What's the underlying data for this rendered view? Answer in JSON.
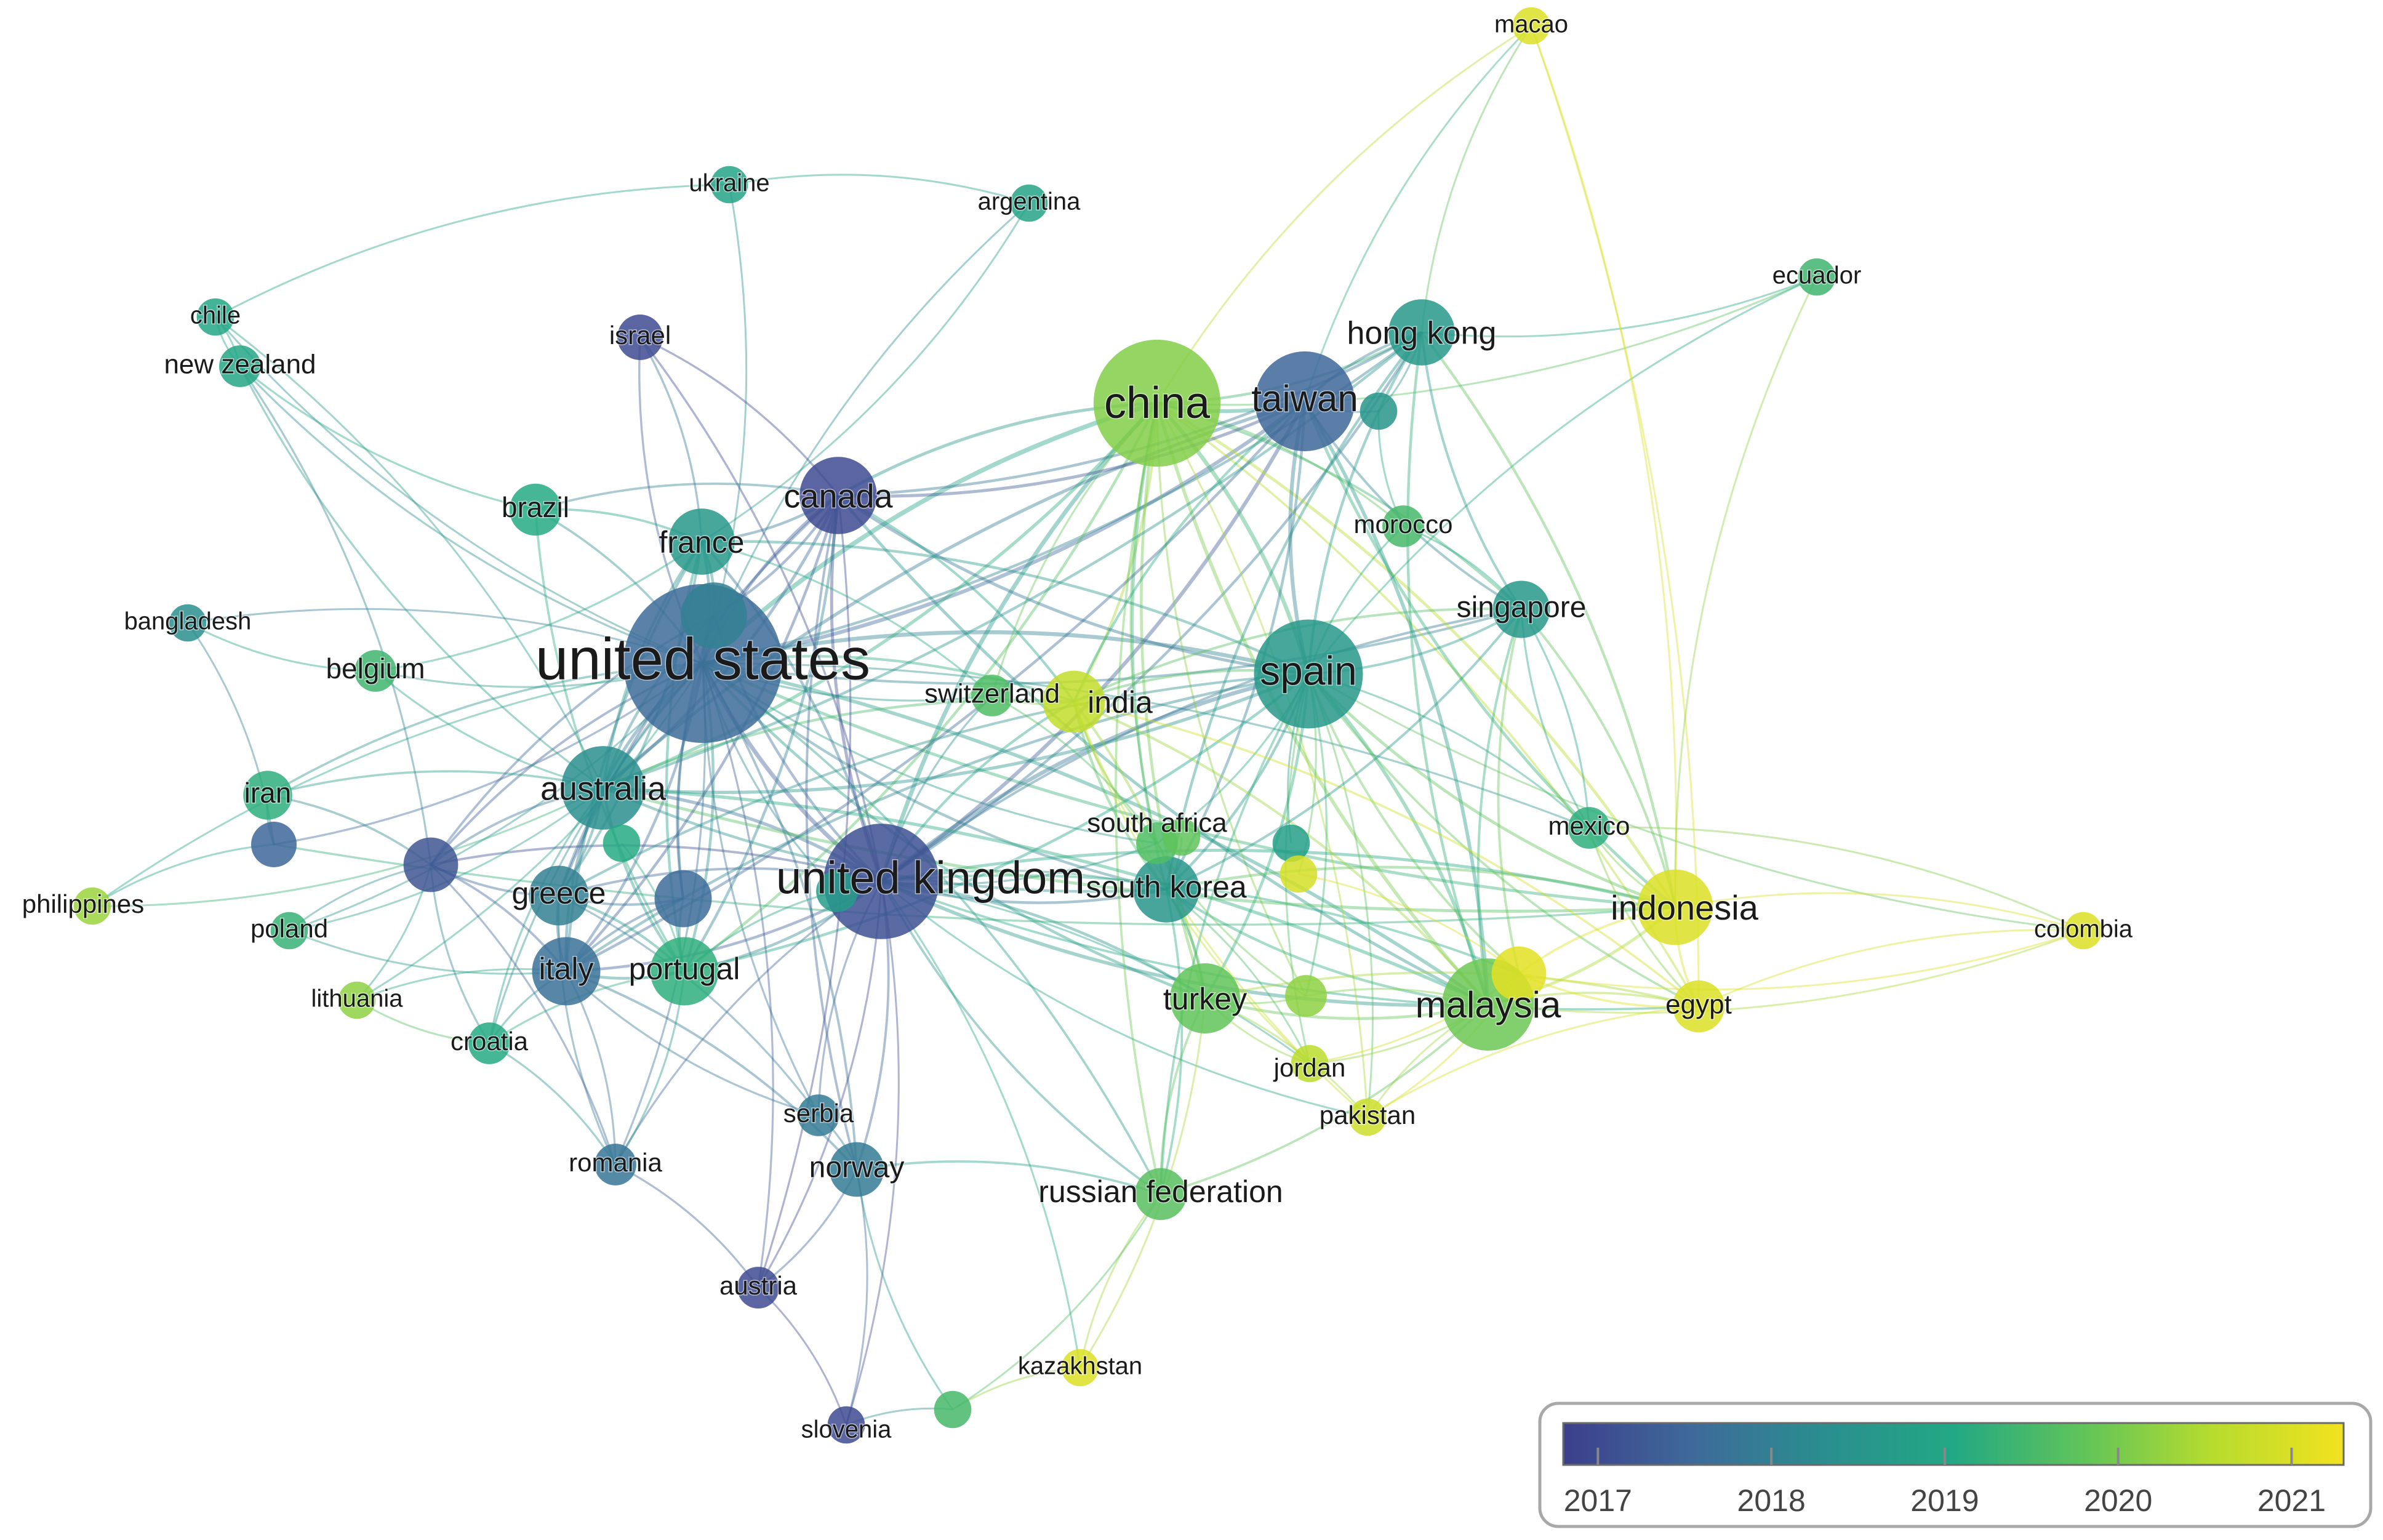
{
  "legend": {
    "ticks": [
      "2017",
      "2018",
      "2019",
      "2020",
      "2021"
    ],
    "year_min": 2016.8,
    "year_max": 2021.3,
    "colors": [
      "#3d3f8c",
      "#3e6a9a",
      "#2a8e8e",
      "#22a884",
      "#60c45a",
      "#b7dc2e",
      "#f2e21f"
    ]
  },
  "nodes": [
    {
      "id": "us",
      "label": "united states",
      "year": 2017.6,
      "weight": 100
    },
    {
      "id": "uk",
      "label": "united kingdom",
      "year": 2017.1,
      "weight": 48
    },
    {
      "id": "cn",
      "label": "china",
      "year": 2020.1,
      "weight": 60
    },
    {
      "id": "tw",
      "label": "taiwan",
      "year": 2017.5,
      "weight": 34
    },
    {
      "id": "es",
      "label": "spain",
      "year": 2018.6,
      "weight": 42
    },
    {
      "id": "my",
      "label": "malaysia",
      "year": 2019.9,
      "weight": 28
    },
    {
      "id": "id",
      "label": "indonesia",
      "year": 2021.0,
      "weight": 17
    },
    {
      "id": "au",
      "label": "australia",
      "year": 2018.3,
      "weight": 22
    },
    {
      "id": "ca",
      "label": "canada",
      "year": 2017.0,
      "weight": 18
    },
    {
      "id": "hk",
      "label": "hong kong",
      "year": 2018.6,
      "weight": 12
    },
    {
      "id": "fr",
      "label": "france",
      "year": 2018.6,
      "weight": 12
    },
    {
      "id": "in",
      "label": "india",
      "year": 2020.7,
      "weight": 10
    },
    {
      "id": "kr",
      "label": "south korea",
      "year": 2018.5,
      "weight": 12
    },
    {
      "id": "tr",
      "label": "turkey",
      "year": 2019.8,
      "weight": 14
    },
    {
      "id": "it",
      "label": "italy",
      "year": 2017.7,
      "weight": 13
    },
    {
      "id": "pt",
      "label": "portugal",
      "year": 2019.2,
      "weight": 13
    },
    {
      "id": "gr",
      "label": "greece",
      "year": 2018.0,
      "weight": 9
    },
    {
      "id": "sg",
      "label": "singapore",
      "year": 2018.6,
      "weight": 8
    },
    {
      "id": "no",
      "label": "norway",
      "year": 2017.9,
      "weight": 7
    },
    {
      "id": "ru",
      "label": "russian federation",
      "year": 2019.7,
      "weight": 6
    },
    {
      "id": "eg",
      "label": "egypt",
      "year": 2021.0,
      "weight": 6
    },
    {
      "id": "il",
      "label": "israel",
      "year": 2017.0,
      "weight": 4
    },
    {
      "id": "br",
      "label": "brazil",
      "year": 2019.1,
      "weight": 6
    },
    {
      "id": "be",
      "label": "belgium",
      "year": 2019.4,
      "weight": 3
    },
    {
      "id": "ir",
      "label": "iran",
      "year": 2019.2,
      "weight": 5
    },
    {
      "id": "nz",
      "label": "new zealand",
      "year": 2019.0,
      "weight": 3
    },
    {
      "id": "cl",
      "label": "chile",
      "year": 2019.0,
      "weight": 2
    },
    {
      "id": "ar",
      "label": "argentina",
      "year": 2018.9,
      "weight": 2
    },
    {
      "id": "ua",
      "label": "ukraine",
      "year": 2018.9,
      "weight": 2
    },
    {
      "id": "ma",
      "label": "morocco",
      "year": 2019.5,
      "weight": 3
    },
    {
      "id": "mo",
      "label": "macao",
      "year": 2021.0,
      "weight": 2
    },
    {
      "id": "ec",
      "label": "ecuador",
      "year": 2019.4,
      "weight": 2
    },
    {
      "id": "co",
      "label": "colombia",
      "year": 2021.0,
      "weight": 2
    },
    {
      "id": "mx",
      "label": "mexico",
      "year": 2019.2,
      "weight": 3
    },
    {
      "id": "ch",
      "label": "switzerland",
      "year": 2019.6,
      "weight": 3
    },
    {
      "id": "za",
      "label": "south africa",
      "year": 2019.6,
      "weight": 3
    },
    {
      "id": "jo",
      "label": "jordan",
      "year": 2020.6,
      "weight": 2
    },
    {
      "id": "pk",
      "label": "pakistan",
      "year": 2020.8,
      "weight": 2
    },
    {
      "id": "kz",
      "label": "kazakhstan",
      "year": 2021.0,
      "weight": 2
    },
    {
      "id": "si",
      "label": "slovenia",
      "year": 2017.0,
      "weight": 2
    },
    {
      "id": "at",
      "label": "austria",
      "year": 2017.0,
      "weight": 3
    },
    {
      "id": "ro",
      "label": "romania",
      "year": 2017.8,
      "weight": 3
    },
    {
      "id": "rs",
      "label": "serbia",
      "year": 2017.9,
      "weight": 3
    },
    {
      "id": "hr",
      "label": "croatia",
      "year": 2019.1,
      "weight": 3
    },
    {
      "id": "lt",
      "label": "lithuania",
      "year": 2020.2,
      "weight": 2
    },
    {
      "id": "pl",
      "label": "poland",
      "year": 2019.3,
      "weight": 2
    },
    {
      "id": "ph",
      "label": "philippines",
      "year": 2020.3,
      "weight": 2
    },
    {
      "id": "bd",
      "label": "bangladesh",
      "year": 2018.3,
      "weight": 2
    },
    {
      "id": "u1",
      "label": "",
      "year": 2018.0,
      "weight": 12
    },
    {
      "id": "u2",
      "label": "",
      "year": 2017.6,
      "weight": 8
    },
    {
      "id": "u3",
      "label": "",
      "year": 2017.5,
      "weight": 4
    },
    {
      "id": "u4",
      "label": "",
      "year": 2017.2,
      "weight": 7
    },
    {
      "id": "u5",
      "label": "",
      "year": 2018.5,
      "weight": 2
    },
    {
      "id": "u6",
      "label": "",
      "year": 2018.7,
      "weight": 3
    },
    {
      "id": "u7",
      "label": "",
      "year": 2021.1,
      "weight": 7
    },
    {
      "id": "u8",
      "label": "",
      "year": 2020.2,
      "weight": 3
    },
    {
      "id": "u9",
      "label": "",
      "year": 2018.8,
      "weight": 2
    },
    {
      "id": "u10",
      "label": "",
      "year": 2020.9,
      "weight": 2
    },
    {
      "id": "u11",
      "label": "",
      "year": 2019.5,
      "weight": 2
    },
    {
      "id": "u12",
      "label": "",
      "year": 2019.1,
      "weight": 2
    },
    {
      "id": "u13",
      "label": "",
      "year": 2019.8,
      "weight": 2
    }
  ],
  "links": [
    [
      "us",
      "uk"
    ],
    [
      "us",
      "cn"
    ],
    [
      "us",
      "tw"
    ],
    [
      "us",
      "es"
    ],
    [
      "us",
      "au"
    ],
    [
      "us",
      "ca"
    ],
    [
      "us",
      "fr"
    ],
    [
      "us",
      "it"
    ],
    [
      "us",
      "gr"
    ],
    [
      "us",
      "pt"
    ],
    [
      "us",
      "kr"
    ],
    [
      "us",
      "in"
    ],
    [
      "us",
      "hk"
    ],
    [
      "us",
      "il"
    ],
    [
      "us",
      "br"
    ],
    [
      "us",
      "be"
    ],
    [
      "us",
      "ir"
    ],
    [
      "us",
      "nz"
    ],
    [
      "us",
      "ch"
    ],
    [
      "us",
      "no"
    ],
    [
      "us",
      "tr"
    ],
    [
      "us",
      "my"
    ],
    [
      "us",
      "sg"
    ],
    [
      "us",
      "ar"
    ],
    [
      "us",
      "ua"
    ],
    [
      "us",
      "cl"
    ],
    [
      "us",
      "bd"
    ],
    [
      "us",
      "u1"
    ],
    [
      "us",
      "u2"
    ],
    [
      "us",
      "u3"
    ],
    [
      "us",
      "u4"
    ],
    [
      "us",
      "ro"
    ],
    [
      "us",
      "rs"
    ],
    [
      "us",
      "at"
    ],
    [
      "us",
      "za"
    ],
    [
      "us",
      "ru"
    ],
    [
      "us",
      "id"
    ],
    [
      "us",
      "pl"
    ],
    [
      "us",
      "hr"
    ],
    [
      "us",
      "lt"
    ],
    [
      "us",
      "ph"
    ],
    [
      "us",
      "mx"
    ],
    [
      "us",
      "u6"
    ],
    [
      "uk",
      "cn"
    ],
    [
      "uk",
      "tw"
    ],
    [
      "uk",
      "es"
    ],
    [
      "uk",
      "au"
    ],
    [
      "uk",
      "ca"
    ],
    [
      "uk",
      "fr"
    ],
    [
      "uk",
      "it"
    ],
    [
      "uk",
      "gr"
    ],
    [
      "uk",
      "pt"
    ],
    [
      "uk",
      "kr"
    ],
    [
      "uk",
      "in"
    ],
    [
      "uk",
      "my"
    ],
    [
      "uk",
      "tr"
    ],
    [
      "uk",
      "ru"
    ],
    [
      "uk",
      "no"
    ],
    [
      "uk",
      "rs"
    ],
    [
      "uk",
      "at"
    ],
    [
      "uk",
      "ro"
    ],
    [
      "uk",
      "si"
    ],
    [
      "uk",
      "za"
    ],
    [
      "uk",
      "ch"
    ],
    [
      "uk",
      "hk"
    ],
    [
      "uk",
      "id"
    ],
    [
      "uk",
      "eg"
    ],
    [
      "uk",
      "sg"
    ],
    [
      "uk",
      "pk"
    ],
    [
      "uk",
      "jo"
    ],
    [
      "uk",
      "il"
    ],
    [
      "uk",
      "u1"
    ],
    [
      "uk",
      "u4"
    ],
    [
      "uk",
      "u7"
    ],
    [
      "uk",
      "u6"
    ],
    [
      "uk",
      "kz"
    ],
    [
      "cn",
      "tw"
    ],
    [
      "cn",
      "es"
    ],
    [
      "cn",
      "hk"
    ],
    [
      "cn",
      "mo"
    ],
    [
      "cn",
      "my"
    ],
    [
      "cn",
      "au"
    ],
    [
      "cn",
      "ca"
    ],
    [
      "cn",
      "in"
    ],
    [
      "cn",
      "kr"
    ],
    [
      "cn",
      "sg"
    ],
    [
      "cn",
      "tr"
    ],
    [
      "cn",
      "id"
    ],
    [
      "cn",
      "ec"
    ],
    [
      "cn",
      "pt"
    ],
    [
      "cn",
      "u8"
    ],
    [
      "cn",
      "ma"
    ],
    [
      "cn",
      "ch"
    ],
    [
      "cn",
      "pk"
    ],
    [
      "cn",
      "za"
    ],
    [
      "cn",
      "eg"
    ],
    [
      "cn",
      "ru"
    ],
    [
      "tw",
      "hk"
    ],
    [
      "tw",
      "es"
    ],
    [
      "tw",
      "my"
    ],
    [
      "tw",
      "id"
    ],
    [
      "tw",
      "kr"
    ],
    [
      "tw",
      "au"
    ],
    [
      "tw",
      "ca"
    ],
    [
      "tw",
      "sg"
    ],
    [
      "tw",
      "mo"
    ],
    [
      "tw",
      "u5"
    ],
    [
      "tw",
      "it"
    ],
    [
      "tw",
      "in"
    ],
    [
      "es",
      "my"
    ],
    [
      "es",
      "id"
    ],
    [
      "es",
      "pt"
    ],
    [
      "es",
      "it"
    ],
    [
      "es",
      "mx"
    ],
    [
      "es",
      "co"
    ],
    [
      "es",
      "tr"
    ],
    [
      "es",
      "in"
    ],
    [
      "es",
      "kr"
    ],
    [
      "es",
      "sg"
    ],
    [
      "es",
      "hk"
    ],
    [
      "es",
      "eg"
    ],
    [
      "es",
      "ec"
    ],
    [
      "es",
      "gr"
    ],
    [
      "es",
      "au"
    ],
    [
      "es",
      "ru"
    ],
    [
      "es",
      "za"
    ],
    [
      "es",
      "u7"
    ],
    [
      "es",
      "u8"
    ],
    [
      "es",
      "jo"
    ],
    [
      "es",
      "pk"
    ],
    [
      "es",
      "u9"
    ],
    [
      "es",
      "u10"
    ],
    [
      "es",
      "fr"
    ],
    [
      "es",
      "ca"
    ],
    [
      "my",
      "id"
    ],
    [
      "my",
      "eg"
    ],
    [
      "my",
      "pk"
    ],
    [
      "my",
      "jo"
    ],
    [
      "my",
      "u7"
    ],
    [
      "my",
      "tr"
    ],
    [
      "my",
      "in"
    ],
    [
      "my",
      "kr"
    ],
    [
      "my",
      "au"
    ],
    [
      "my",
      "sg"
    ],
    [
      "my",
      "u8"
    ],
    [
      "my",
      "ru"
    ],
    [
      "my",
      "co"
    ],
    [
      "my",
      "ca"
    ],
    [
      "id",
      "eg"
    ],
    [
      "id",
      "co"
    ],
    [
      "id",
      "u7"
    ],
    [
      "id",
      "mx"
    ],
    [
      "id",
      "sg"
    ],
    [
      "id",
      "u3"
    ],
    [
      "id",
      "kr"
    ],
    [
      "id",
      "au"
    ],
    [
      "au",
      "ca"
    ],
    [
      "au",
      "fr"
    ],
    [
      "au",
      "it"
    ],
    [
      "au",
      "gr"
    ],
    [
      "au",
      "pt"
    ],
    [
      "au",
      "nz"
    ],
    [
      "au",
      "ir"
    ],
    [
      "au",
      "u1"
    ],
    [
      "au",
      "u4"
    ],
    [
      "au",
      "be"
    ],
    [
      "au",
      "hr"
    ],
    [
      "au",
      "pl"
    ],
    [
      "au",
      "kr"
    ],
    [
      "au",
      "in"
    ],
    [
      "au",
      "cl"
    ],
    [
      "ca",
      "fr"
    ],
    [
      "ca",
      "il"
    ],
    [
      "ca",
      "it"
    ],
    [
      "ca",
      "gr"
    ],
    [
      "ca",
      "pt"
    ],
    [
      "ca",
      "br"
    ],
    [
      "ca",
      "in"
    ],
    [
      "ca",
      "hk"
    ],
    [
      "ca",
      "u1"
    ],
    [
      "ca",
      "no"
    ],
    [
      "ca",
      "at"
    ],
    [
      "hk",
      "sg"
    ],
    [
      "hk",
      "mo"
    ],
    [
      "hk",
      "kr"
    ],
    [
      "hk",
      "id"
    ],
    [
      "hk",
      "my"
    ],
    [
      "hk",
      "au"
    ],
    [
      "hk",
      "ec"
    ],
    [
      "hk",
      "u5"
    ],
    [
      "fr",
      "it"
    ],
    [
      "fr",
      "be"
    ],
    [
      "fr",
      "pt"
    ],
    [
      "fr",
      "gr"
    ],
    [
      "fr",
      "br"
    ],
    [
      "fr",
      "u1"
    ],
    [
      "fr",
      "ar"
    ],
    [
      "fr",
      "ch"
    ],
    [
      "fr",
      "il"
    ],
    [
      "in",
      "tr"
    ],
    [
      "in",
      "kr"
    ],
    [
      "in",
      "sg"
    ],
    [
      "in",
      "pk"
    ],
    [
      "in",
      "eg"
    ],
    [
      "in",
      "jo"
    ],
    [
      "in",
      "ch"
    ],
    [
      "in",
      "za"
    ],
    [
      "kr",
      "tr"
    ],
    [
      "kr",
      "sg"
    ],
    [
      "kr",
      "jo"
    ],
    [
      "kr",
      "u13"
    ],
    [
      "kr",
      "ru"
    ],
    [
      "tr",
      "jo"
    ],
    [
      "tr",
      "pk"
    ],
    [
      "tr",
      "ru"
    ],
    [
      "tr",
      "eg"
    ],
    [
      "tr",
      "u8"
    ],
    [
      "tr",
      "kz"
    ],
    [
      "it",
      "pt"
    ],
    [
      "it",
      "gr"
    ],
    [
      "it",
      "hr"
    ],
    [
      "it",
      "ro"
    ],
    [
      "it",
      "lt"
    ],
    [
      "it",
      "pl"
    ],
    [
      "it",
      "u4"
    ],
    [
      "it",
      "u2"
    ],
    [
      "it",
      "rs"
    ],
    [
      "it",
      "no"
    ],
    [
      "pt",
      "gr"
    ],
    [
      "pt",
      "br"
    ],
    [
      "pt",
      "hr"
    ],
    [
      "pt",
      "u2"
    ],
    [
      "pt",
      "u12"
    ],
    [
      "pt",
      "ro"
    ],
    [
      "gr",
      "u2"
    ],
    [
      "gr",
      "u4"
    ],
    [
      "gr",
      "ro"
    ],
    [
      "gr",
      "rs"
    ],
    [
      "ru",
      "kz"
    ],
    [
      "ru",
      "u11"
    ],
    [
      "ru",
      "no"
    ],
    [
      "no",
      "si"
    ],
    [
      "no",
      "rs"
    ],
    [
      "no",
      "at"
    ],
    [
      "no",
      "u11"
    ],
    [
      "at",
      "si"
    ],
    [
      "at",
      "ro"
    ],
    [
      "nz",
      "cl"
    ],
    [
      "nz",
      "br"
    ],
    [
      "nz",
      "u4"
    ],
    [
      "nz",
      "cl"
    ],
    [
      "cl",
      "ua"
    ],
    [
      "ar",
      "ua"
    ],
    [
      "mx",
      "co"
    ],
    [
      "mx",
      "eg"
    ],
    [
      "mx",
      "sg"
    ],
    [
      "sg",
      "ma"
    ],
    [
      "sg",
      "mx"
    ],
    [
      "sg",
      "u7"
    ],
    [
      "ir",
      "u4"
    ],
    [
      "ir",
      "u3"
    ],
    [
      "ph",
      "u3"
    ],
    [
      "ph",
      "au"
    ],
    [
      "bd",
      "u3"
    ],
    [
      "bd",
      "be"
    ],
    [
      "u4",
      "u1"
    ],
    [
      "u4",
      "hr"
    ],
    [
      "u4",
      "ro"
    ],
    [
      "u4",
      "pl"
    ],
    [
      "u4",
      "lt"
    ],
    [
      "u1",
      "u2"
    ],
    [
      "u6",
      "kr"
    ],
    [
      "u6",
      "pt"
    ],
    [
      "eg",
      "u7"
    ],
    [
      "eg",
      "pk"
    ],
    [
      "eg",
      "co"
    ],
    [
      "eg",
      "mo"
    ],
    [
      "u7",
      "jo"
    ],
    [
      "u7",
      "u10"
    ],
    [
      "u7",
      "pk"
    ],
    [
      "u7",
      "co"
    ],
    [
      "ma",
      "u5"
    ],
    [
      "ma",
      "es"
    ],
    [
      "ch",
      "za"
    ],
    [
      "za",
      "u8"
    ],
    [
      "hr",
      "ro"
    ],
    [
      "lt",
      "hr"
    ],
    [
      "si",
      "u11"
    ],
    [
      "kz",
      "u11"
    ],
    [
      "mo",
      "id"
    ],
    [
      "ec",
      "id"
    ]
  ]
}
